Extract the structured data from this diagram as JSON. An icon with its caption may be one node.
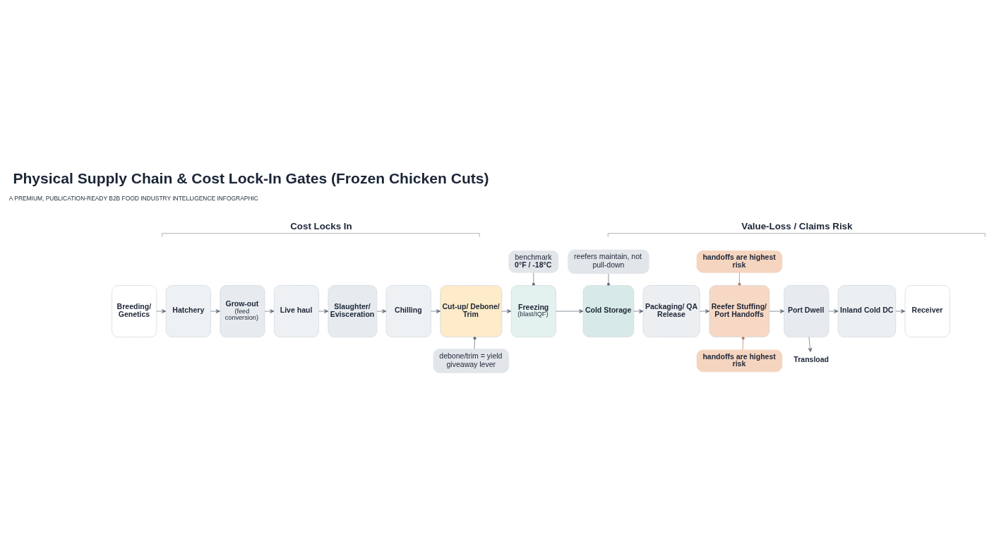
{
  "diagram": {
    "title": "Physical Supply Chain & Cost Lock-In Gates (Frozen Chicken Cuts)",
    "nodes": [
      {
        "text": [
          "Breeding/ Genetics"
        ]
      },
      {
        "text": [
          "Hatchery"
        ]
      },
      {
        "text": [
          "Grow-out",
          "(feed conversion)"
        ]
      },
      {
        "text": [
          "Live haul"
        ]
      },
      {
        "text": [
          "Slaughter/ Evisceration"
        ]
      },
      {
        "text": [
          "Chilling"
        ]
      },
      {
        "text": [
          "Cut-up/ Debone/ Trim"
        ]
      },
      {
        "text": [
          "Freezing",
          "(blast/IQF)"
        ]
      },
      {
        "text": [
          "Cold Storage"
        ]
      },
      {
        "text": [
          "Packaging/ QA Release"
        ]
      },
      {
        "text": [
          "Reefer Stuffing/ Port Handoffs"
        ]
      },
      {
        "text": [
          "Port Dwell"
        ]
      },
      {
        "text": [
          "Inland Cold DC"
        ]
      },
      {
        "text": [
          "Receiver"
        ]
      },
      {
        "text": [
          "Transload"
        ]
      },
      {
        "text": [
          "benchmark",
          "0°F / -18°C"
        ]
      },
      {
        "text": [
          "reefers maintain, not pull-down"
        ]
      },
      {
        "text": [
          "handoffs are highest risk"
        ]
      },
      {
        "text": [
          "debone/trim = yield giveaway lever"
        ]
      },
      {
        "text": [
          "handoffs are highest risk"
        ]
      }
    ],
    "edges": [
      {
        "from": 0,
        "to": 1,
        "arrow": "to"
      },
      {
        "from": 1,
        "to": 2,
        "arrow": "to"
      },
      {
        "from": 2,
        "to": 3,
        "arrow": "to"
      },
      {
        "from": 3,
        "to": 4,
        "arrow": "to"
      },
      {
        "from": 4,
        "to": 5,
        "arrow": "to"
      },
      {
        "from": 5,
        "to": 6,
        "arrow": "to"
      },
      {
        "from": 6,
        "to": 7,
        "arrow": "to"
      },
      {
        "from": 7,
        "to": 8,
        "arrow": "to"
      },
      {
        "from": 8,
        "to": 9,
        "arrow": "to"
      },
      {
        "from": 9,
        "to": 10,
        "arrow": "to"
      },
      {
        "from": 10,
        "to": 11,
        "arrow": "to"
      },
      {
        "from": 11,
        "to": 12,
        "arrow": "to"
      },
      {
        "from": 12,
        "to": 13,
        "arrow": "to"
      },
      {
        "from": 11,
        "to": 14,
        "arrow": "to"
      },
      {
        "from": 15,
        "to": 7,
        "arrow": "other"
      },
      {
        "from": 16,
        "to": 8,
        "arrow": "other"
      },
      {
        "from": 17,
        "to": 10,
        "arrow": "other",
        "color": "#b07a52"
      },
      {
        "from": 18,
        "to": 6,
        "arrow": "other"
      },
      {
        "from": 19,
        "to": 10,
        "arrow": "other",
        "color": "#b07a52"
      }
    ],
    "labels": [
      "A PREMIUM, PUBLICATION-READY B2B FOOD INDUSTRY INTELLIGENCE INFOGRAPHIC",
      "Cost Locks In",
      "Value-Loss / Claims Risk"
    ]
  }
}
